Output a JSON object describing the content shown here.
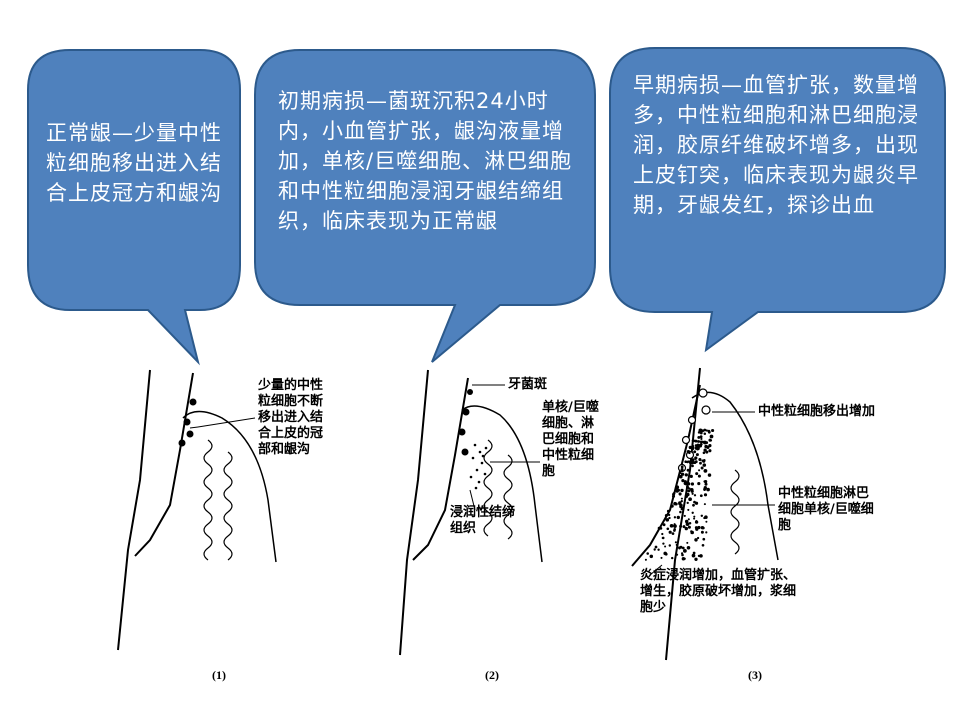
{
  "bubbles": {
    "b1": "正常龈—少量中性粒细胞移出进入结合上皮冠方和龈沟",
    "b2": "初期病损—菌斑沉积24小时内，小血管扩张，龈沟液量增加，单核/巨噬细胞、淋巴细胞和中性粒细胞浸润牙龈结缔组织，临床表现为正常龈",
    "b3": "早期病损—血管扩张，数量增多，中性粒细胞和淋巴细胞浸润，胶原纤维破坏增多，出现上皮钉突，临床表现为龈炎早期，牙龈发红，探诊出血"
  },
  "panel1": {
    "label": "少量的中性粒细胞不断移出进入结合上皮的冠部和龈沟",
    "number": "(1)"
  },
  "panel2": {
    "plaque": "牙菌斑",
    "cells": "单核/巨噬细胞、淋巴细胞和中性粒细胞",
    "tissue": "浸润性结缔组织",
    "number": "(2)"
  },
  "panel3": {
    "migration": "中性粒细胞移出增加",
    "cells": "中性粒细胞淋巴细胞单核/巨噬细胞",
    "inflam": "炎症浸润增加，血管扩张、增生，胶原破坏增加，浆细胞少",
    "number": "(3)"
  },
  "colors": {
    "bubble_fill": "#4f81bd",
    "bubble_stroke": "#2c5a8c"
  }
}
